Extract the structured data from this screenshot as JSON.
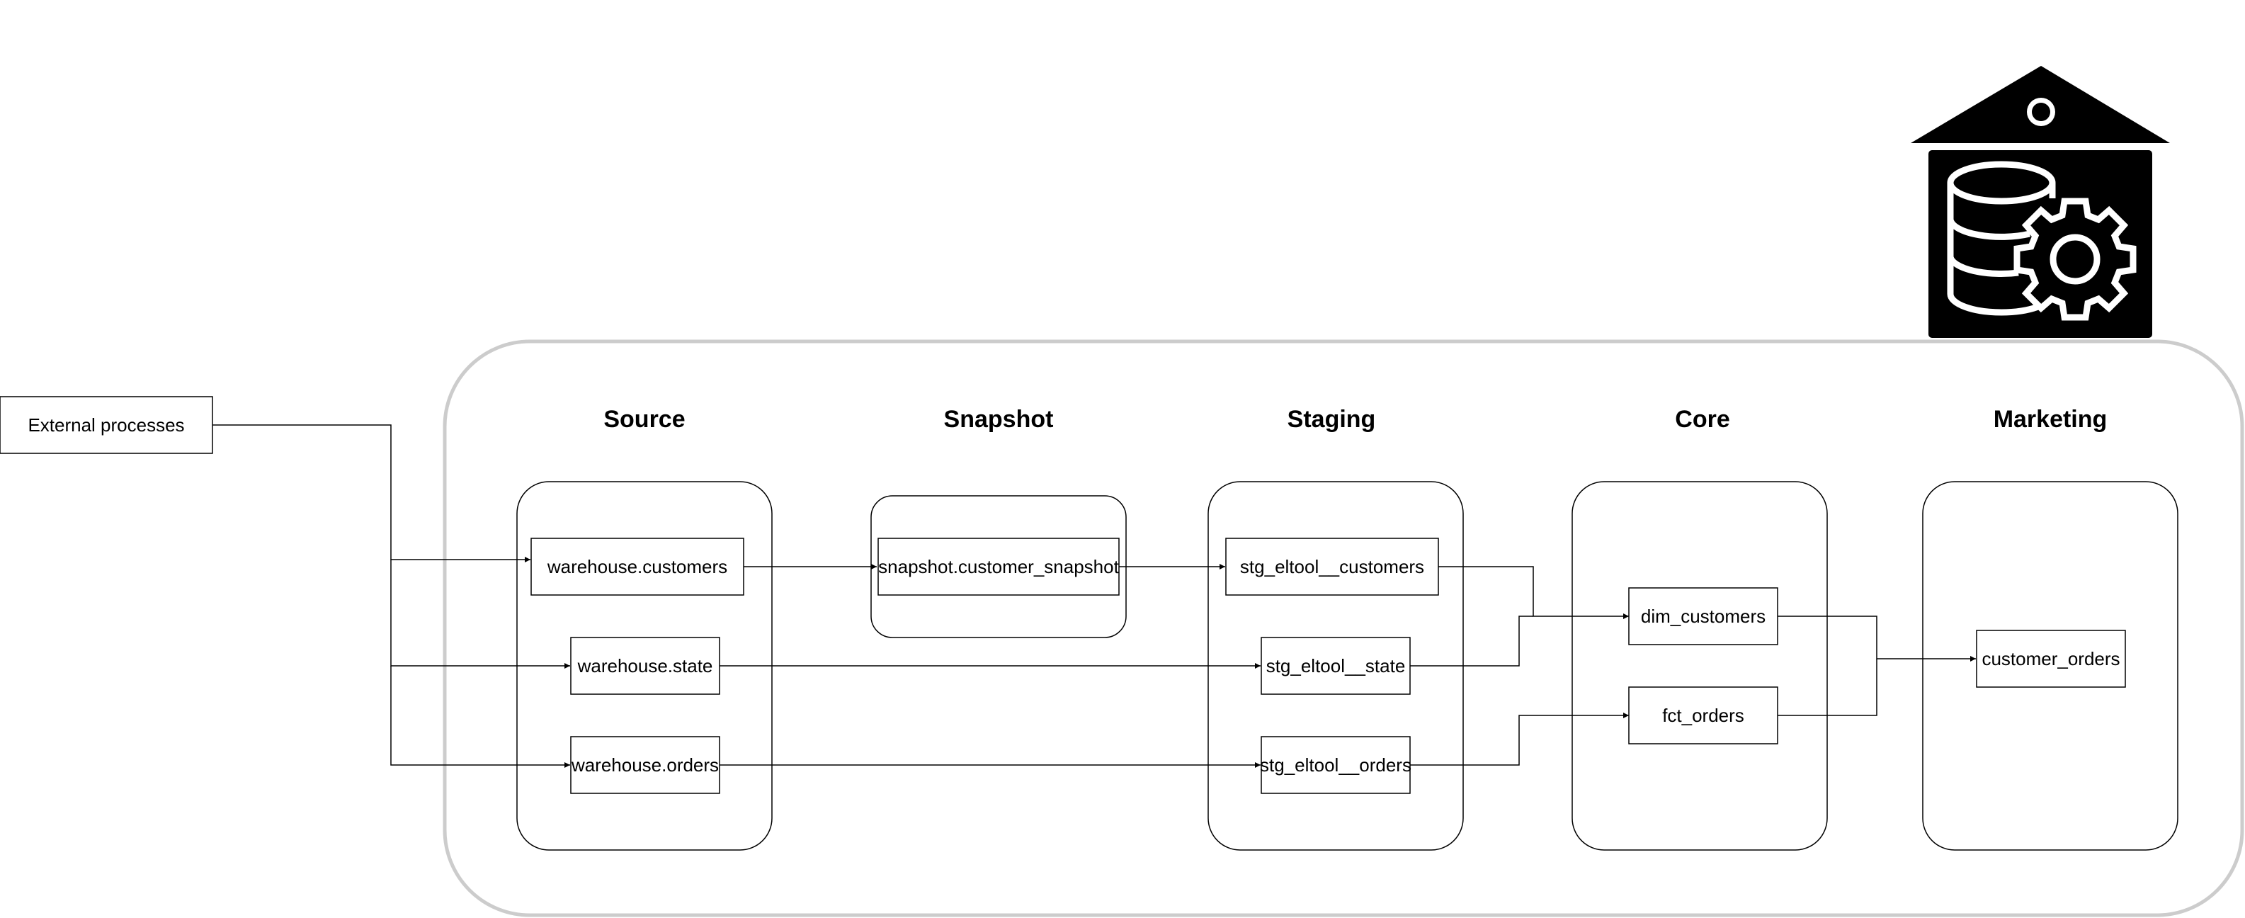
{
  "columns": {
    "source": "Source",
    "snapshot": "Snapshot",
    "staging": "Staging",
    "core": "Core",
    "marketing": "Marketing"
  },
  "nodes": {
    "external": "External processes",
    "warehouse_customers": "warehouse.customers",
    "warehouse_state": "warehouse.state",
    "warehouse_orders": "warehouse.orders",
    "snapshot_customer": "snapshot.customer_snapshot",
    "stg_customers": "stg_eltool__customers",
    "stg_state": "stg_eltool__state",
    "stg_orders": "stg_eltool__orders",
    "dim_customers": "dim_customers",
    "fct_orders": "fct_orders",
    "customer_orders": "customer_orders"
  },
  "icons": {
    "warehouse": "data-warehouse-gear-icon"
  },
  "colors": {
    "stroke": "#000000",
    "background": "#ffffff",
    "outer_frame": "#cccccc"
  }
}
